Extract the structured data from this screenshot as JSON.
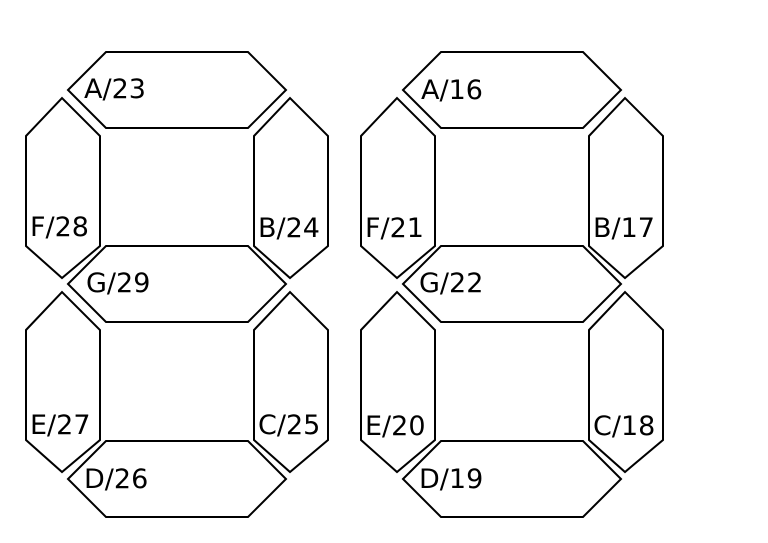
{
  "colors": {
    "background": "#ffffff",
    "stroke": "#000000",
    "text": "#000000"
  },
  "digits": [
    {
      "segments": {
        "A": "A/23",
        "B": "B/24",
        "C": "C/25",
        "D": "D/26",
        "E": "E/27",
        "F": "F/28",
        "G": "G/29"
      }
    },
    {
      "segments": {
        "A": "A/16",
        "B": "B/17",
        "C": "C/18",
        "D": "D/19",
        "E": "E/20",
        "F": "F/21",
        "G": "G/22"
      }
    }
  ]
}
